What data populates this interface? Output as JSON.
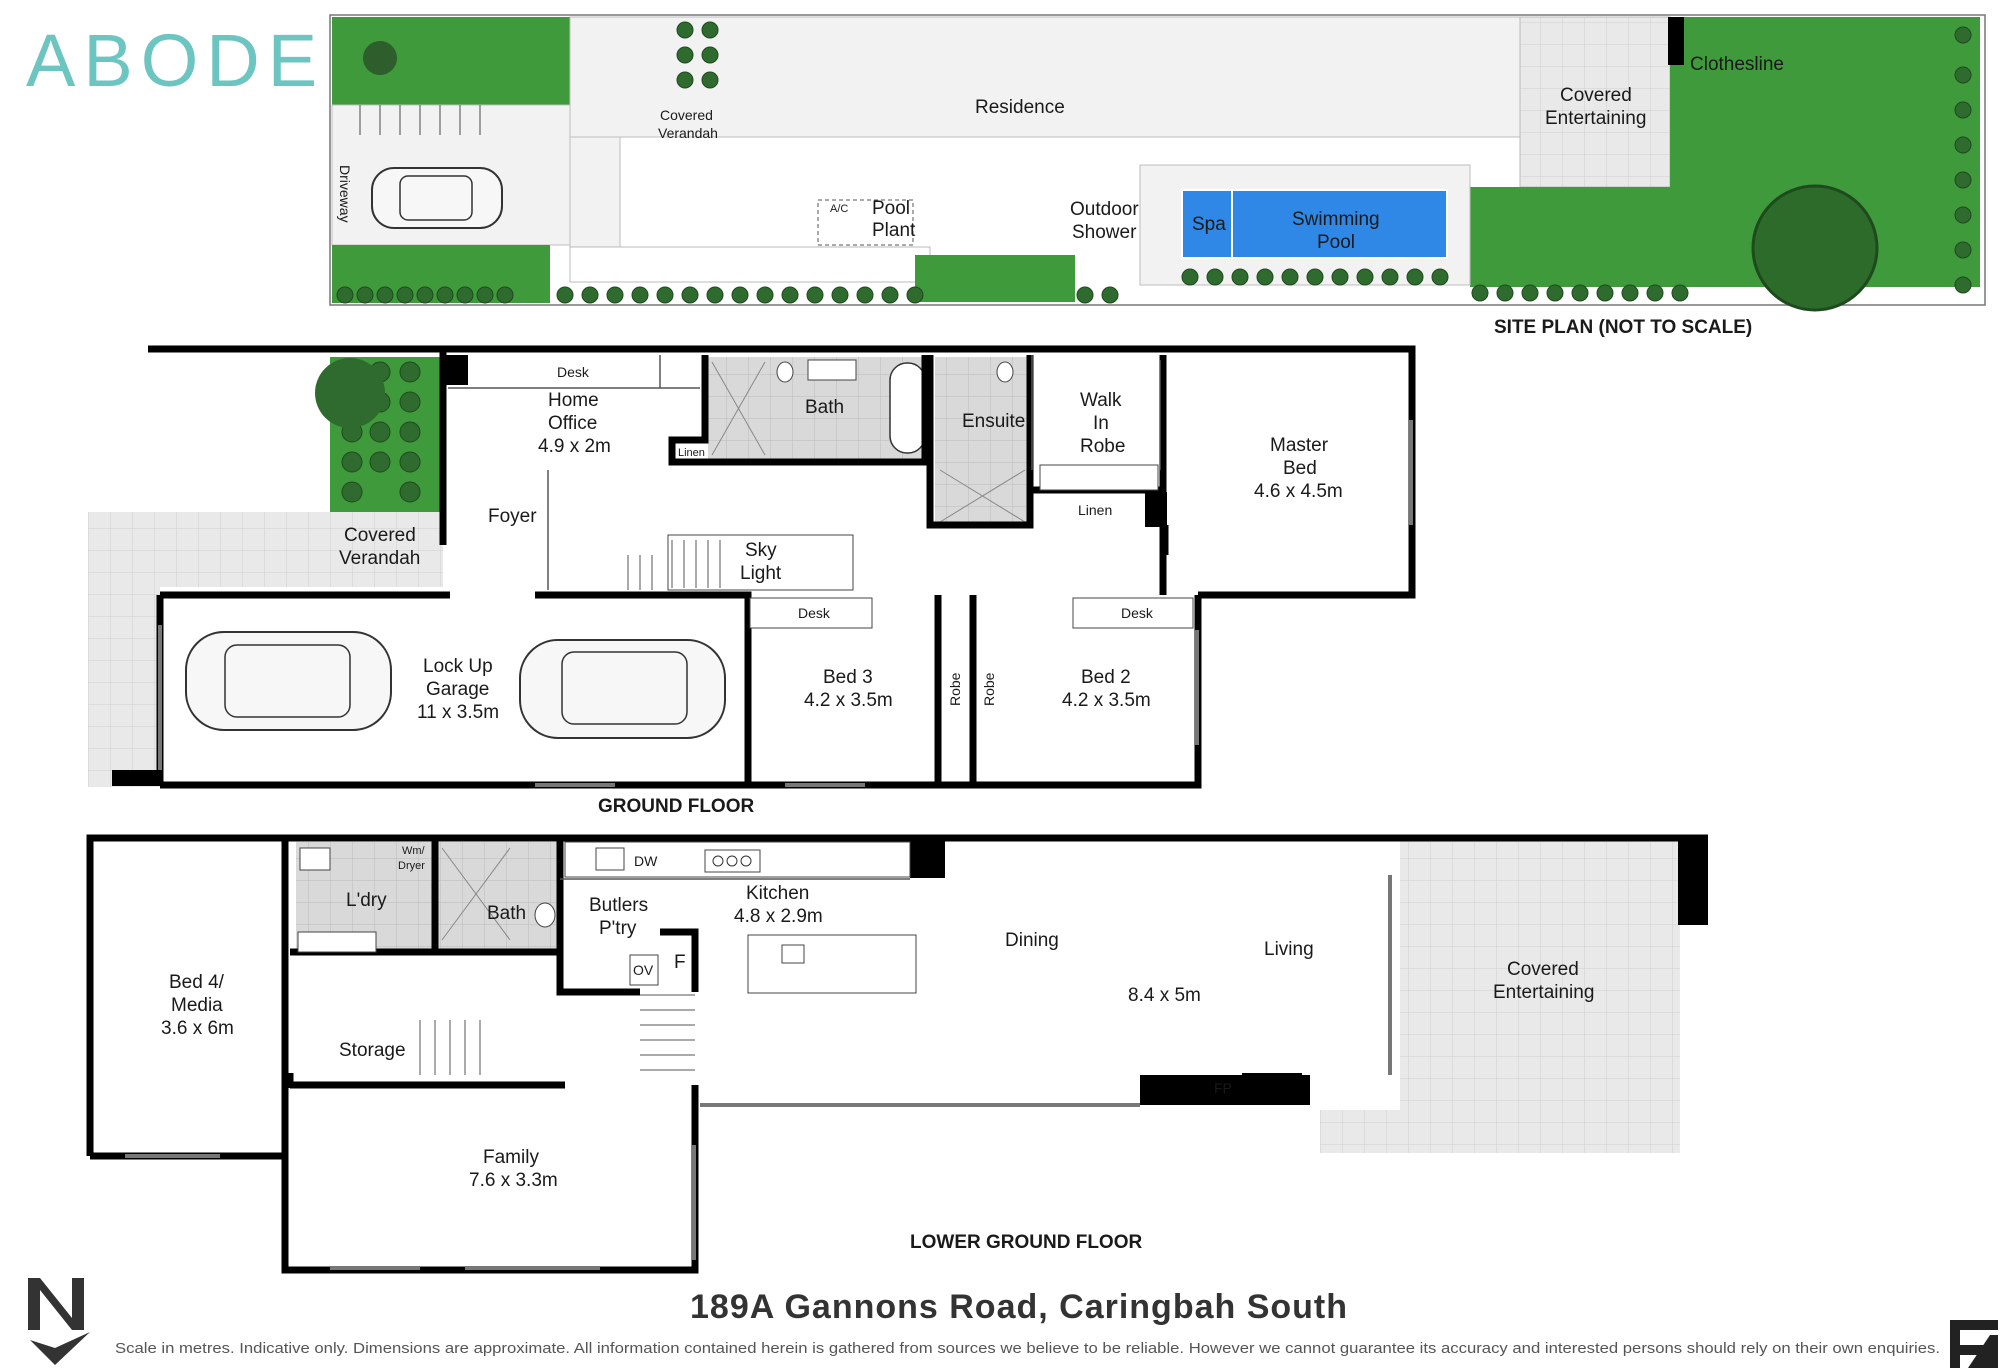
{
  "brand": {
    "logo_text": "ABODE",
    "accent": "#6cc5c1"
  },
  "site_plan": {
    "title": "SITE PLAN (NOT TO SCALE)",
    "labels": {
      "residence": "Residence",
      "driveway": "Driveway",
      "covered_verandah_1": "Covered",
      "covered_verandah_2": "Verandah",
      "pool_plant_1": "Pool",
      "pool_plant_2": "Plant",
      "ac": "A/C",
      "outdoor_shower_1": "Outdoor",
      "outdoor_shower_2": "Shower",
      "spa": "Spa",
      "swimming_pool_1": "Swimming",
      "swimming_pool_2": "Pool",
      "covered_entertaining_1": "Covered",
      "covered_entertaining_2": "Entertaining",
      "clothesline": "Clothesline"
    }
  },
  "ground_floor": {
    "title": "GROUND FLOOR",
    "rooms": {
      "desk_office": "Desk",
      "home_office_1": "Home",
      "home_office_2": "Office",
      "home_office_dim": "4.9 x 2m",
      "bath": "Bath",
      "linen_small": "Linen",
      "ensuite": "Ensuite",
      "wir_1": "Walk",
      "wir_2": "In",
      "wir_3": "Robe",
      "linen": "Linen",
      "master_1": "Master",
      "master_2": "Bed",
      "master_dim": "4.6 x 4.5m",
      "foyer": "Foyer",
      "covered_verandah_1": "Covered",
      "covered_verandah_2": "Verandah",
      "sky_light_1": "Sky",
      "sky_light_2": "Light",
      "garage_1": "Lock Up",
      "garage_2": "Garage",
      "garage_dim": "11 x 3.5m",
      "desk_bed3": "Desk",
      "bed3": "Bed 3",
      "bed3_dim": "4.2 x 3.5m",
      "robe_left": "Robe",
      "robe_right": "Robe",
      "desk_bed2": "Desk",
      "bed2": "Bed 2",
      "bed2_dim": "4.2 x 3.5m"
    }
  },
  "lower_ground_floor": {
    "title": "LOWER GROUND FLOOR",
    "rooms": {
      "wm_dryer_1": "Wm/",
      "wm_dryer_2": "Dryer",
      "laundry": "L'dry",
      "bath": "Bath",
      "dw": "DW",
      "kitchen": "Kitchen",
      "kitchen_dim": "4.8 x 2.9m",
      "butlers_1": "Butlers",
      "butlers_2": "P'try",
      "ov": "OV",
      "f": "F",
      "dining": "Dining",
      "living": "Living",
      "living_dim": "8.4 x 5m",
      "fp": "FP",
      "covered_entertaining_1": "Covered",
      "covered_entertaining_2": "Entertaining",
      "bed4_1": "Bed 4/",
      "bed4_2": "Media",
      "bed4_dim": "3.6 x 6m",
      "storage": "Storage",
      "family": "Family",
      "family_dim": "7.6 x 3.3m"
    }
  },
  "footer": {
    "address": "189A Gannons Road, Caringbah South",
    "disclaimer": "Scale in metres. Indicative only. Dimensions are approximate. All information contained herein is gathered from sources we believe to be reliable. However we cannot guarantee its accuracy and interested persons should rely on their own enquiries."
  }
}
